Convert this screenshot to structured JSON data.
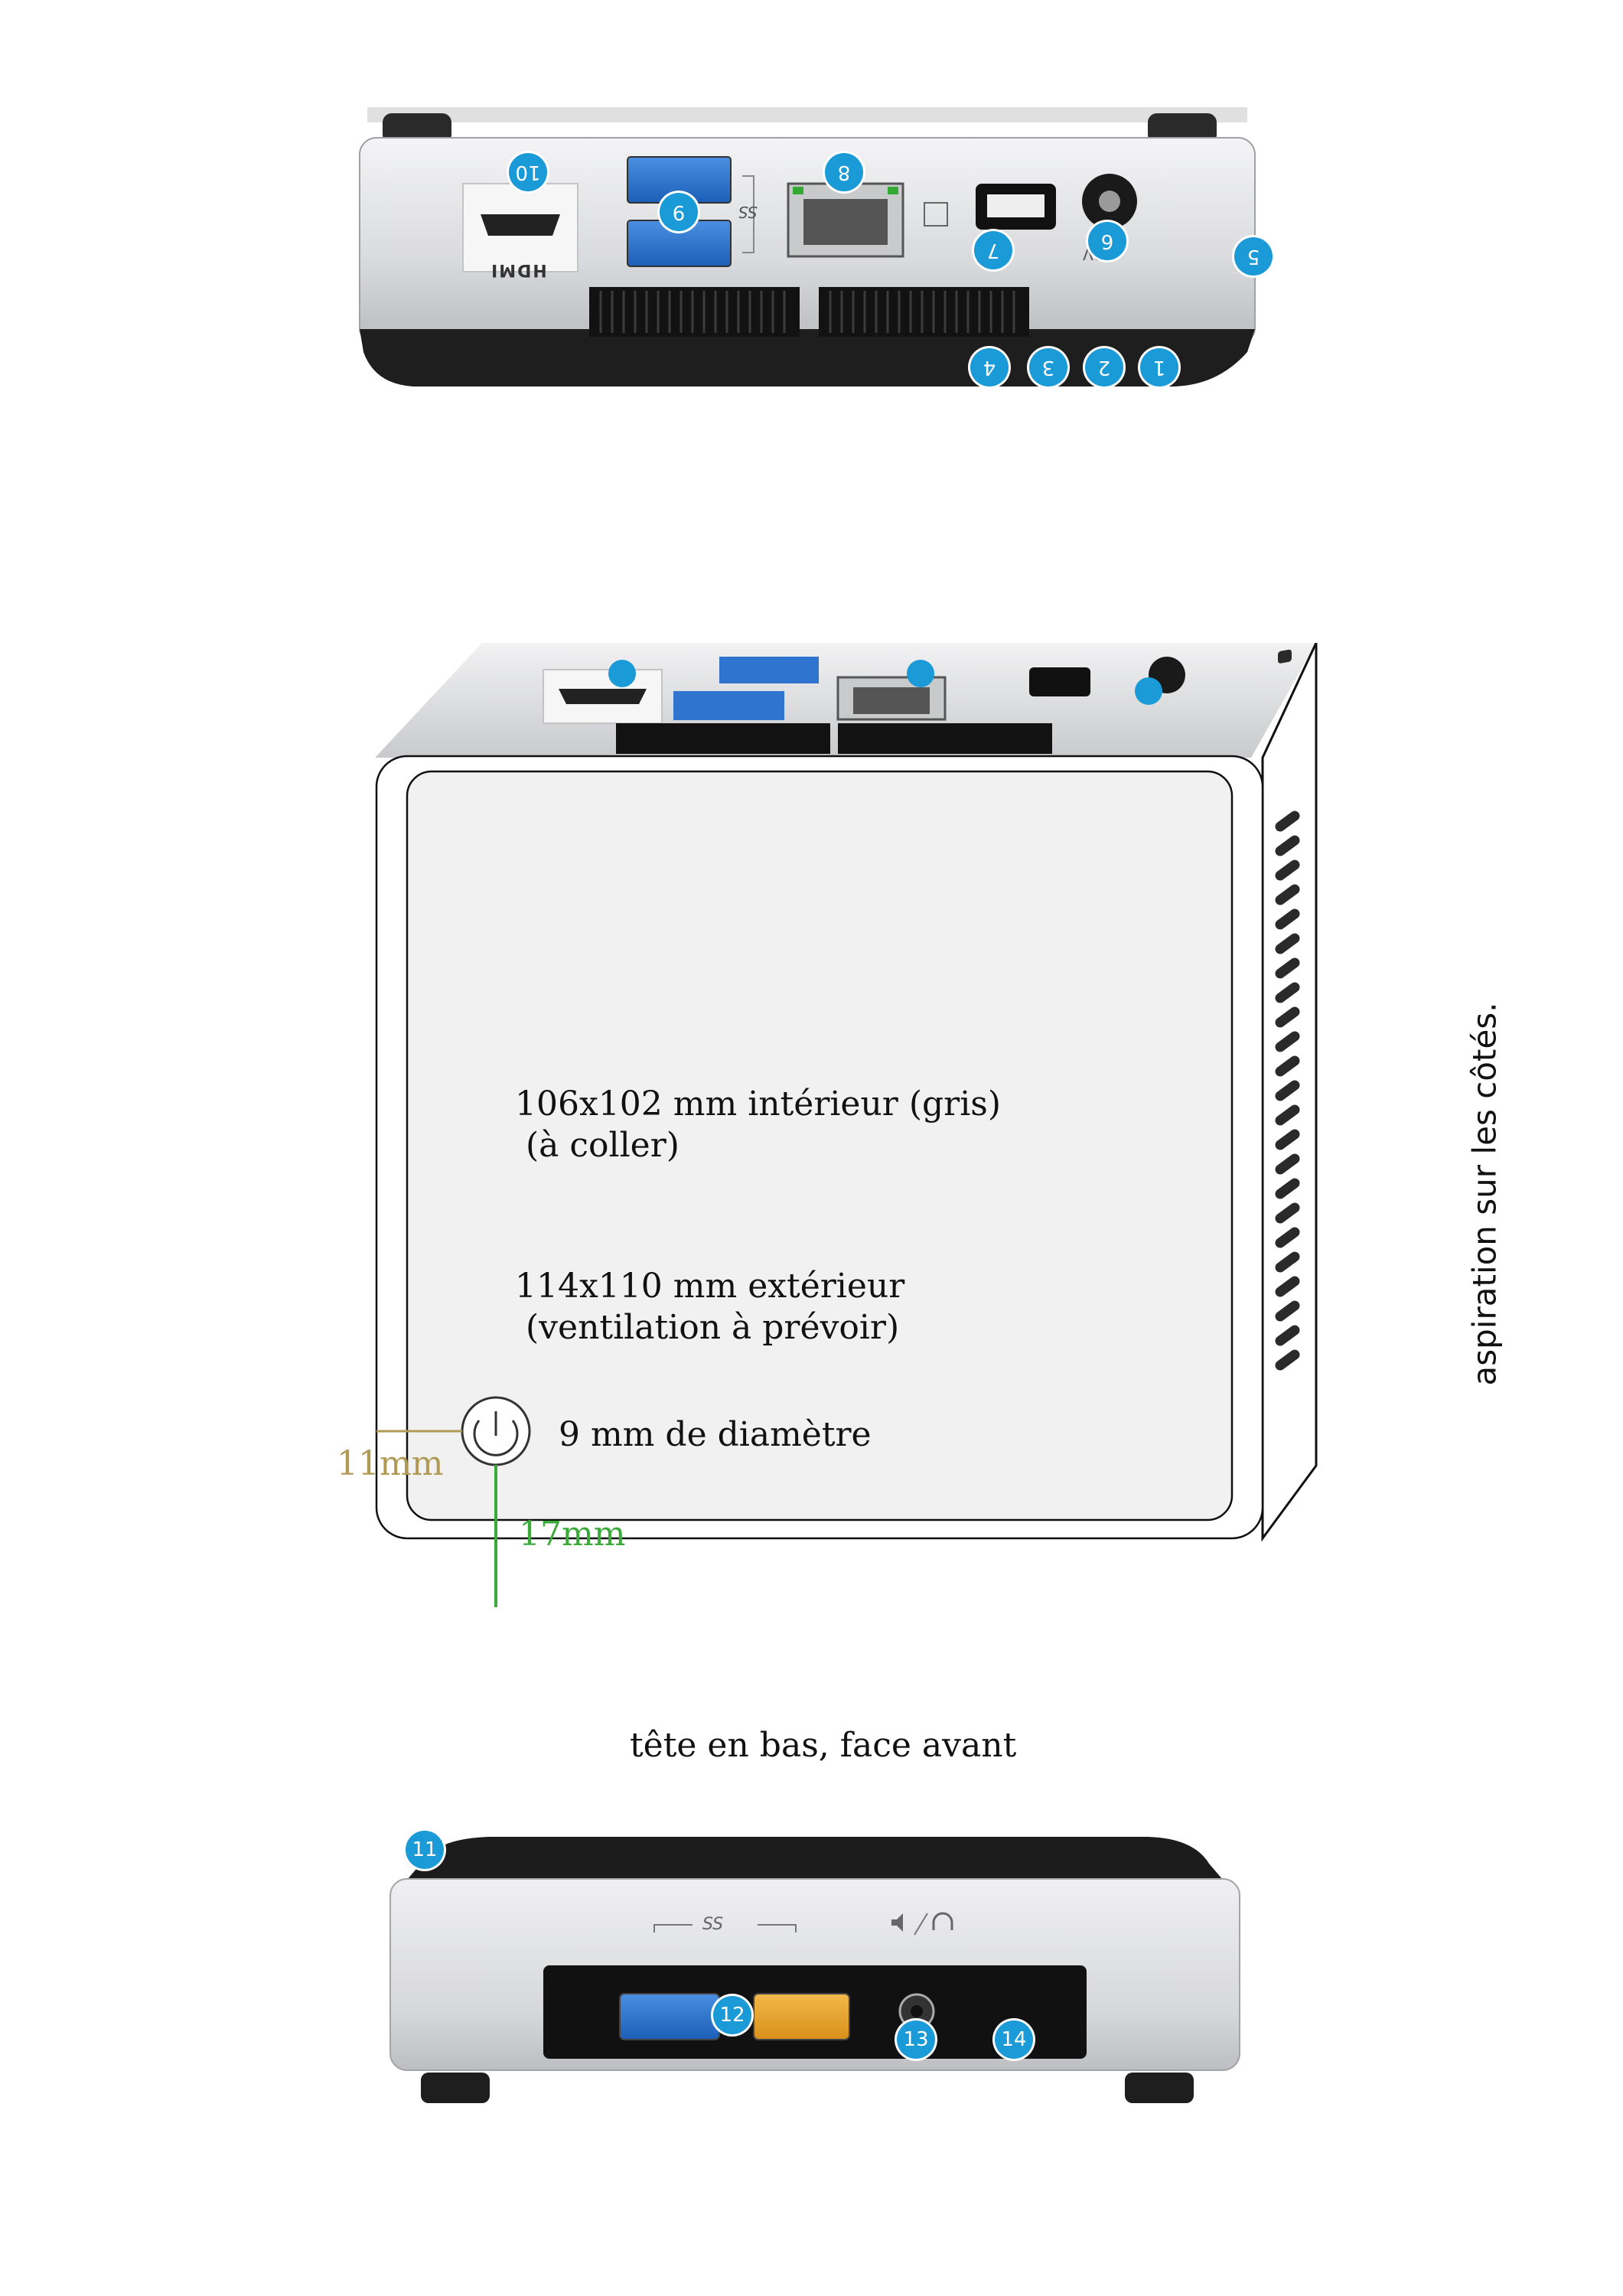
{
  "back_panel": {
    "hdmi_label": "HDMI",
    "badges": {
      "b10": "10",
      "b9": "9",
      "b8": "8",
      "b7": "7",
      "b6": "6",
      "b5": "5",
      "b4": "4",
      "b3": "3",
      "b2": "2",
      "b1": "1"
    },
    "dc_label": "19V",
    "ss_label": "SS"
  },
  "top_view": {
    "inner_size": "106x102 mm intérieur (gris)",
    "inner_note": "(à coller)",
    "outer_size": "114x110 mm extérieur",
    "outer_note": "(ventilation à prévoir)",
    "button_diameter": "9 mm de diamètre",
    "dim_horizontal": "11mm",
    "dim_vertical": "17mm",
    "side_note": "aspiration sur les côtés.",
    "colors": {
      "dim_horizontal": "#b09a55",
      "dim_vertical": "#3aaa3a",
      "panel": "#f1f1f1"
    }
  },
  "caption": "tête en bas, face avant",
  "front_panel": {
    "ss_label": "SS",
    "badges": {
      "b11": "11",
      "b12": "12",
      "b13": "13",
      "b14": "14"
    }
  }
}
